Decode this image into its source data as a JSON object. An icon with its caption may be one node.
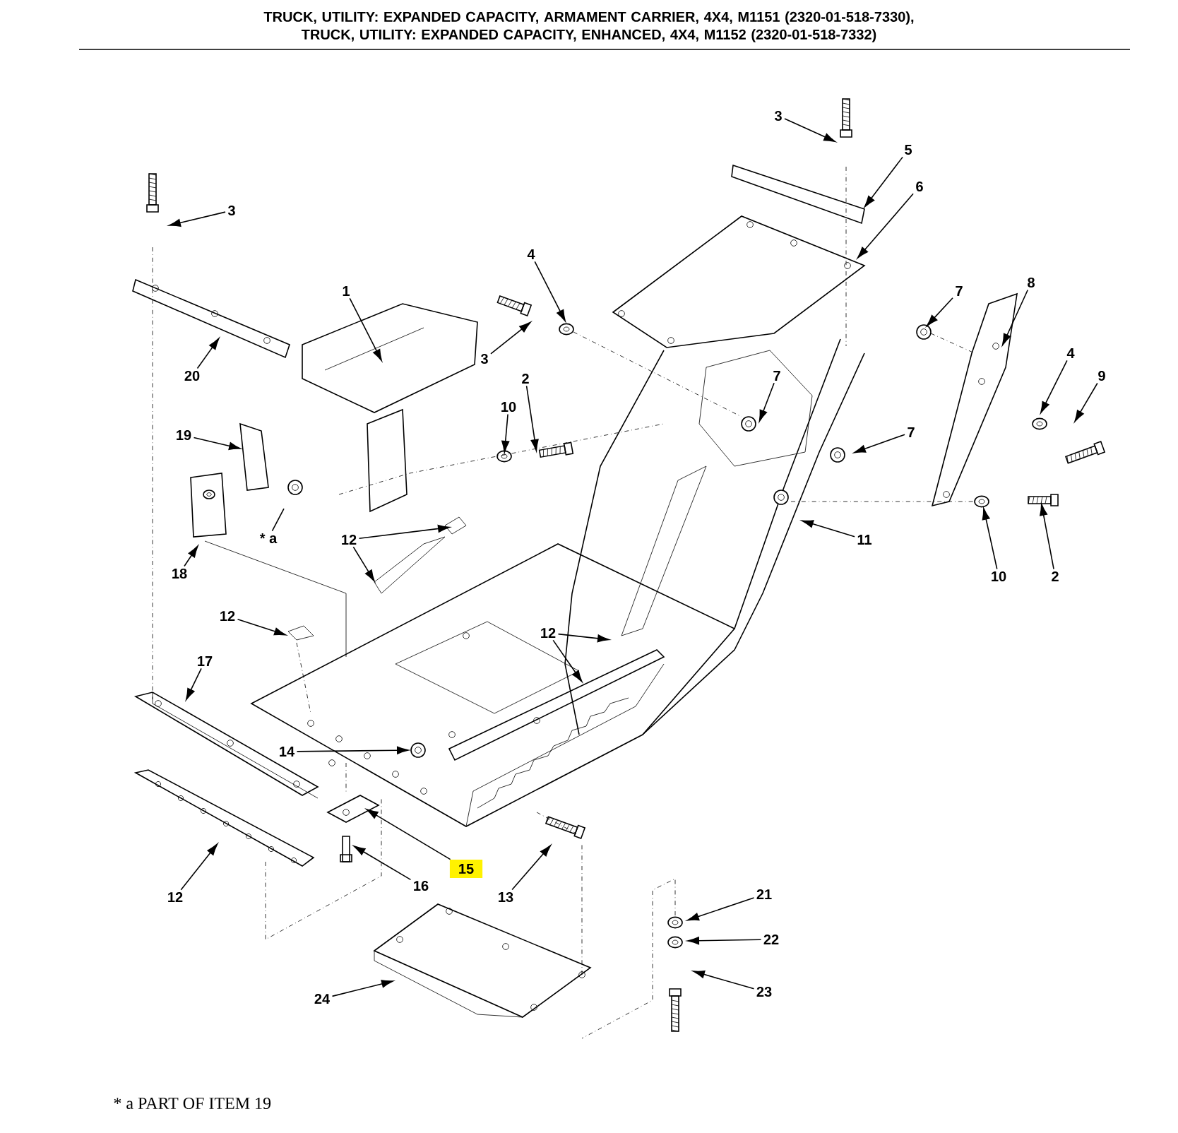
{
  "diagram": {
    "title": "TRUCK, UTILITY: EXPANDED CAPACITY, ARMAMENT CARRIER, 4X4, M1151 (2320-01-518-7330), TRUCK, UTILITY: EXPANDED CAPACITY, ENHANCED, 4X4, M1152 (2320-01-518-7332)",
    "nodes": [
      {
        "text": [
          "3"
        ]
      },
      {
        "text": [
          "5"
        ]
      },
      {
        "text": [
          "6"
        ]
      },
      {
        "text": [
          "3"
        ]
      },
      {
        "text": [
          "4"
        ]
      },
      {
        "text": [
          "7"
        ]
      },
      {
        "text": [
          "8"
        ]
      },
      {
        "text": [
          "1"
        ]
      },
      {
        "text": [
          "3"
        ]
      },
      {
        "text": [
          "20"
        ]
      },
      {
        "text": [
          "7"
        ]
      },
      {
        "text": [
          "4"
        ]
      },
      {
        "text": [
          "9"
        ]
      },
      {
        "text": [
          "2"
        ]
      },
      {
        "text": [
          "10"
        ]
      },
      {
        "text": [
          "19"
        ]
      },
      {
        "text": [
          "7"
        ]
      },
      {
        "text": [
          "* a"
        ]
      },
      {
        "text": [
          "12"
        ]
      },
      {
        "text": [
          "18"
        ]
      },
      {
        "text": [
          "11"
        ]
      },
      {
        "text": [
          "10"
        ]
      },
      {
        "text": [
          "2"
        ]
      },
      {
        "text": [
          "12"
        ]
      },
      {
        "text": [
          "12"
        ]
      },
      {
        "text": [
          "17"
        ]
      },
      {
        "text": [
          "14"
        ]
      },
      {
        "text": [
          "12"
        ]
      },
      {
        "text": [
          "16"
        ]
      },
      {
        "text": [
          "15"
        ]
      },
      {
        "text": [
          "13"
        ]
      },
      {
        "text": [
          "21"
        ]
      },
      {
        "text": [
          "22"
        ]
      },
      {
        "text": [
          "23"
        ]
      },
      {
        "text": [
          "24"
        ]
      }
    ],
    "edges": [
      {
        "from": 0,
        "to": null,
        "arrow": "to"
      },
      {
        "from": 1,
        "to": null,
        "arrow": "to"
      },
      {
        "from": 2,
        "to": null,
        "arrow": "to"
      },
      {
        "from": 3,
        "to": null,
        "arrow": "to"
      },
      {
        "from": 4,
        "to": null,
        "arrow": "to"
      },
      {
        "from": 5,
        "to": null,
        "arrow": "to"
      },
      {
        "from": 6,
        "to": null,
        "arrow": "to"
      },
      {
        "from": 7,
        "to": null,
        "arrow": "to"
      },
      {
        "from": 8,
        "to": null,
        "arrow": "to"
      },
      {
        "from": 9,
        "to": null,
        "arrow": "to"
      },
      {
        "from": 10,
        "to": null,
        "arrow": "to"
      },
      {
        "from": 11,
        "to": null,
        "arrow": "to"
      },
      {
        "from": 12,
        "to": null,
        "arrow": "to"
      },
      {
        "from": 13,
        "to": null,
        "arrow": "to"
      },
      {
        "from": 14,
        "to": null,
        "arrow": "to"
      },
      {
        "from": 15,
        "to": null,
        "arrow": "to"
      },
      {
        "from": 16,
        "to": null,
        "arrow": "to"
      },
      {
        "from": 17,
        "to": null,
        "arrow": "none"
      },
      {
        "from": 18,
        "to": null,
        "arrow": "to"
      },
      {
        "from": 18,
        "to": null,
        "arrow": "to"
      },
      {
        "from": 19,
        "to": null,
        "arrow": "to"
      },
      {
        "from": 20,
        "to": null,
        "arrow": "to"
      },
      {
        "from": 21,
        "to": null,
        "arrow": "to"
      },
      {
        "from": 22,
        "to": null,
        "arrow": "to"
      },
      {
        "from": 23,
        "to": null,
        "arrow": "to"
      },
      {
        "from": 24,
        "to": null,
        "arrow": "to"
      },
      {
        "from": 24,
        "to": null,
        "arrow": "to"
      },
      {
        "from": 25,
        "to": null,
        "arrow": "to"
      },
      {
        "from": 26,
        "to": null,
        "arrow": "to"
      },
      {
        "from": 27,
        "to": null,
        "arrow": "to"
      },
      {
        "from": 28,
        "to": null,
        "arrow": "to"
      },
      {
        "from": 29,
        "to": null,
        "arrow": "to"
      },
      {
        "from": 30,
        "to": null,
        "arrow": "to"
      },
      {
        "from": 31,
        "to": null,
        "arrow": "to"
      },
      {
        "from": 32,
        "to": null,
        "arrow": "to"
      },
      {
        "from": 33,
        "to": null,
        "arrow": "to"
      },
      {
        "from": 34,
        "to": null,
        "arrow": "to"
      }
    ],
    "labels": [
      "* a  PART OF ITEM 19"
    ]
  }
}
